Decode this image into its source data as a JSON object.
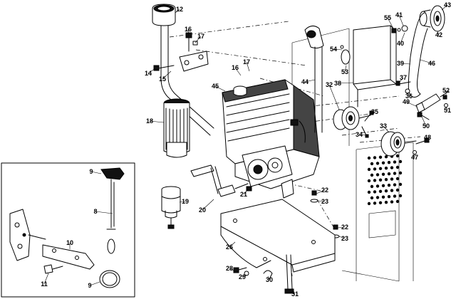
{
  "callouts": [
    {
      "text": "12"
    },
    {
      "text": "16"
    },
    {
      "text": "17"
    },
    {
      "text": "14"
    },
    {
      "text": "15"
    },
    {
      "text": "18"
    },
    {
      "text": "16"
    },
    {
      "text": "17"
    },
    {
      "text": "45"
    },
    {
      "text": "44"
    },
    {
      "text": "54"
    },
    {
      "text": "53"
    },
    {
      "text": "55"
    },
    {
      "text": "41"
    },
    {
      "text": "43"
    },
    {
      "text": "42"
    },
    {
      "text": "40"
    },
    {
      "text": "39"
    },
    {
      "text": "46"
    },
    {
      "text": "38"
    },
    {
      "text": "37"
    },
    {
      "text": "36"
    },
    {
      "text": "32"
    },
    {
      "text": "35"
    },
    {
      "text": "34"
    },
    {
      "text": "49"
    },
    {
      "text": "52"
    },
    {
      "text": "51"
    },
    {
      "text": "50"
    },
    {
      "text": "33"
    },
    {
      "text": "48"
    },
    {
      "text": "47"
    },
    {
      "text": "9"
    },
    {
      "text": "8"
    },
    {
      "text": "10"
    },
    {
      "text": "11"
    },
    {
      "text": "9"
    },
    {
      "text": "19"
    },
    {
      "text": "20"
    },
    {
      "text": "21"
    },
    {
      "text": "22"
    },
    {
      "text": "23"
    },
    {
      "text": "22"
    },
    {
      "text": "23"
    },
    {
      "text": "26"
    },
    {
      "text": "28"
    },
    {
      "text": "29"
    },
    {
      "text": "30"
    },
    {
      "text": "31"
    }
  ]
}
